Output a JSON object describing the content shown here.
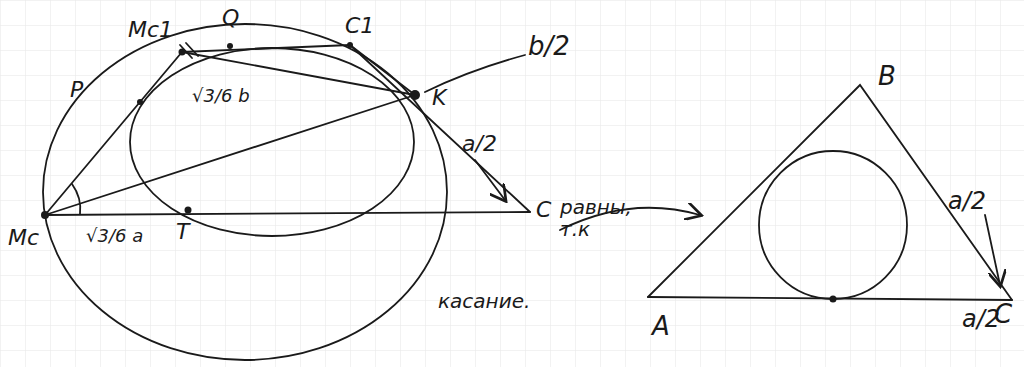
{
  "diagram": {
    "labels": [
      "Mc1",
      "Q",
      "C1",
      "b/2",
      "P",
      "√3/6 b",
      "K",
      "a/2",
      "Mc",
      "√3/6 a",
      "T",
      "C",
      "равны, т.к",
      "касание.",
      "B",
      "a/2",
      "a/2",
      "A",
      "C"
    ]
  }
}
